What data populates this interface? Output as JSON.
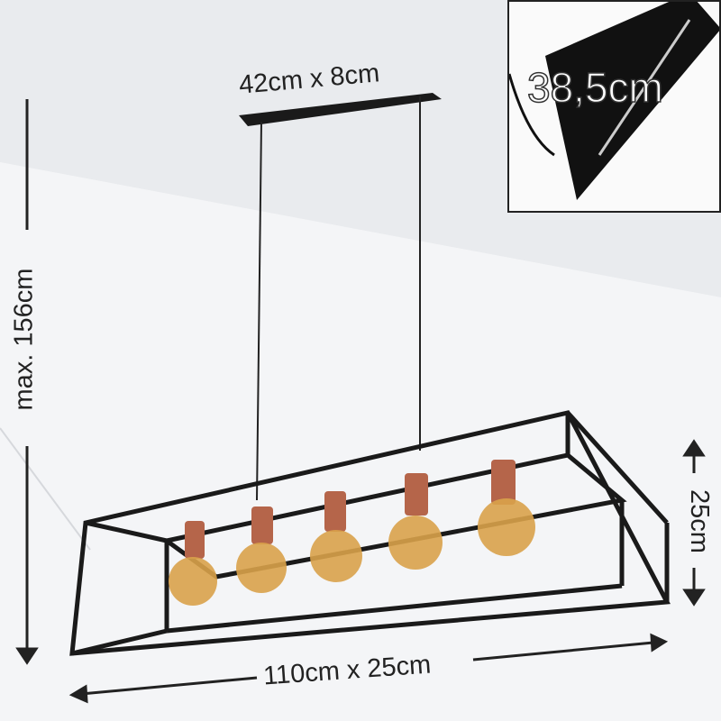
{
  "dimensions": {
    "canopy": "42cm x 8cm",
    "max_height": "max. 156cm",
    "frame_height": "25cm",
    "frame_size": "110cm x 25cm",
    "inset_length": "38,5cm"
  },
  "colors": {
    "frame": "#1a1a1a",
    "socket": "#b5654a",
    "bulb": "#d9a24a",
    "wall": "#f2f3f5",
    "ceiling": "#e4e6ea"
  }
}
